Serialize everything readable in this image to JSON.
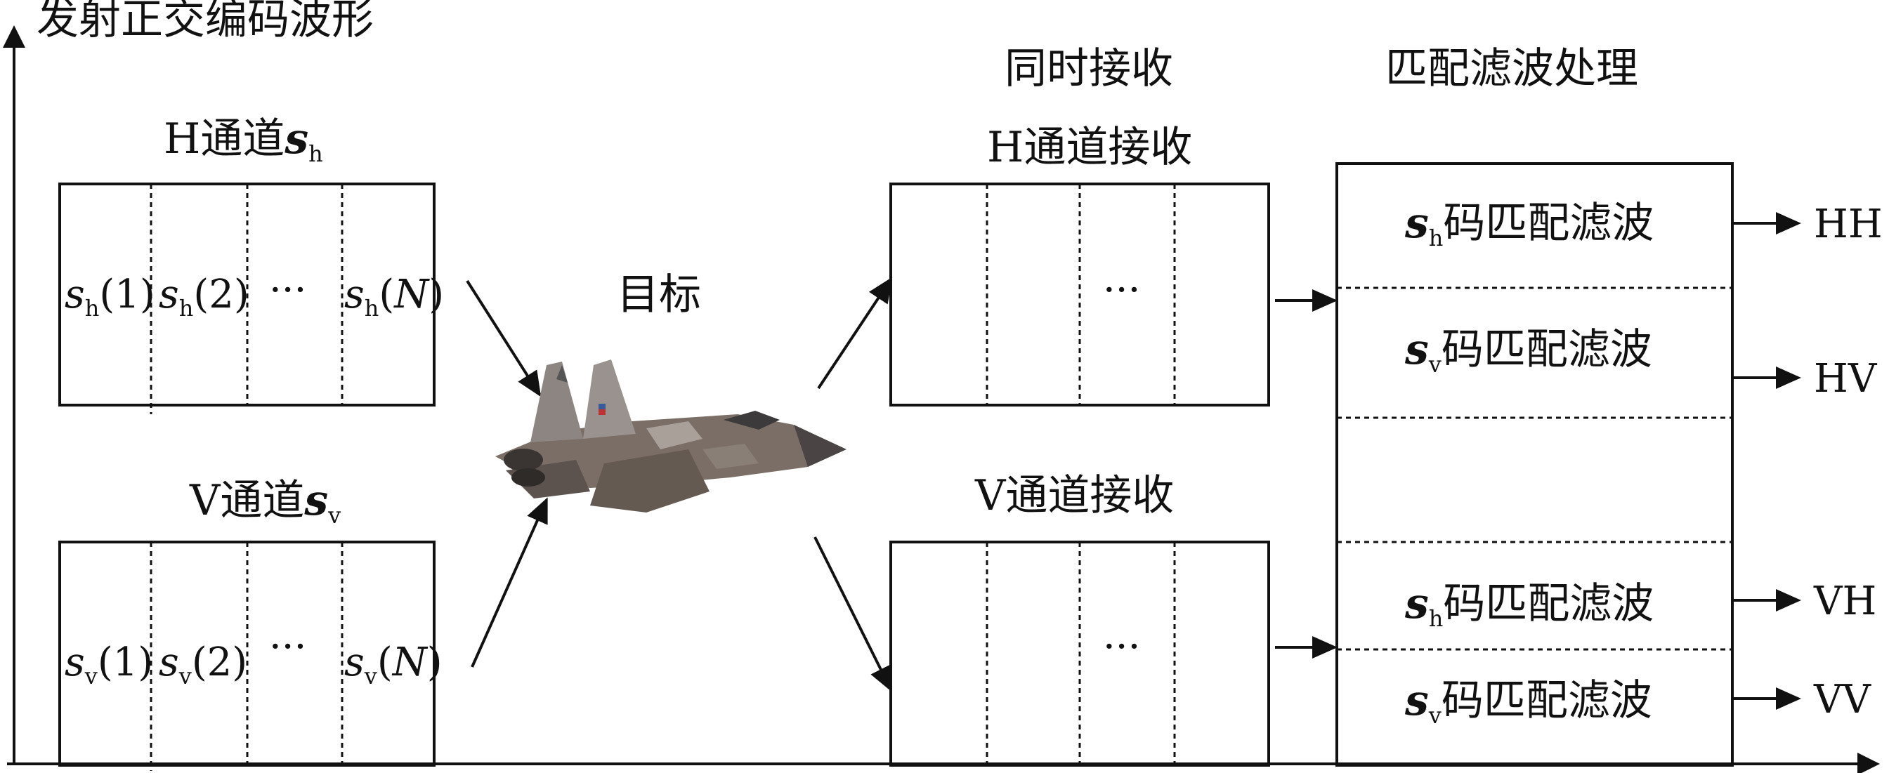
{
  "axis": {
    "y_label": "发射正交编码波形"
  },
  "transmit": {
    "h": {
      "title_prefix": "H通道",
      "title_var": "s",
      "title_sub": "h",
      "cells": [
        {
          "var": "s",
          "sub": "h",
          "arg": "(1)"
        },
        {
          "var": "s",
          "sub": "h",
          "arg": "(2)"
        },
        {
          "ellipsis": "···"
        },
        {
          "var": "s",
          "sub": "h",
          "arg_open": "(",
          "arg_var": "N",
          "arg_close": ")"
        }
      ]
    },
    "v": {
      "title_prefix": "V通道",
      "title_var": "s",
      "title_sub": "v",
      "cells": [
        {
          "var": "s",
          "sub": "v",
          "arg": "(1)"
        },
        {
          "var": "s",
          "sub": "v",
          "arg": "(2)"
        },
        {
          "ellipsis": "···"
        },
        {
          "var": "s",
          "sub": "v",
          "arg_open": "(",
          "arg_var": "N",
          "arg_close": ")"
        }
      ]
    }
  },
  "target": {
    "label": "目标"
  },
  "receive": {
    "header": "同时接收",
    "h_title": "H通道接收",
    "v_title": "V通道接收",
    "ellipsis": "···"
  },
  "filter": {
    "header": "匹配滤波处理",
    "rows": [
      {
        "var": "s",
        "sub": "h",
        "text": "码匹配滤波",
        "output": "HH"
      },
      {
        "var": "s",
        "sub": "v",
        "text": "码匹配滤波",
        "output": "HV"
      },
      {
        "var": "s",
        "sub": "h",
        "text": "码匹配滤波",
        "output": "VH"
      },
      {
        "var": "s",
        "sub": "v",
        "text": "码匹配滤波",
        "output": "VV"
      }
    ]
  }
}
